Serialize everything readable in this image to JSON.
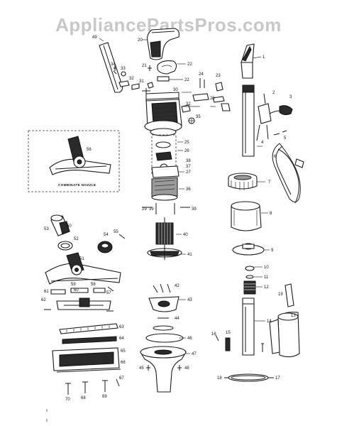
{
  "watermark": "AppliancePartsPros.com",
  "inset_caption": "COMBINATE NOZZLE",
  "callouts": [
    {
      "id": "c20",
      "text": "20"
    },
    {
      "id": "c21",
      "text": "21"
    },
    {
      "id": "c22a",
      "text": "22"
    },
    {
      "id": "c22b",
      "text": "22"
    },
    {
      "id": "c49",
      "text": "49"
    },
    {
      "id": "c34",
      "text": "34"
    },
    {
      "id": "c33",
      "text": "33"
    },
    {
      "id": "c32a",
      "text": "32"
    },
    {
      "id": "c31",
      "text": "31"
    },
    {
      "id": "c30",
      "text": "30"
    },
    {
      "id": "c24",
      "text": "24"
    },
    {
      "id": "c23",
      "text": "23"
    },
    {
      "id": "c1",
      "text": "1"
    },
    {
      "id": "c2",
      "text": "2"
    },
    {
      "id": "c3",
      "text": "3"
    },
    {
      "id": "c4",
      "text": "4"
    },
    {
      "id": "c5",
      "text": "5"
    },
    {
      "id": "c6",
      "text": "6"
    },
    {
      "id": "c7",
      "text": "7"
    },
    {
      "id": "c8",
      "text": "8"
    },
    {
      "id": "c9",
      "text": "9"
    },
    {
      "id": "c10",
      "text": "10"
    },
    {
      "id": "c11",
      "text": "11"
    },
    {
      "id": "c12",
      "text": "12"
    },
    {
      "id": "c13",
      "text": "13"
    },
    {
      "id": "c14",
      "text": "14"
    },
    {
      "id": "c15",
      "text": "15"
    },
    {
      "id": "c16",
      "text": "16"
    },
    {
      "id": "c17",
      "text": "17"
    },
    {
      "id": "c18",
      "text": "18"
    },
    {
      "id": "c19",
      "text": "19"
    },
    {
      "id": "c25",
      "text": "25"
    },
    {
      "id": "c26",
      "text": "26"
    },
    {
      "id": "c27",
      "text": "27"
    },
    {
      "id": "c28",
      "text": "28"
    },
    {
      "id": "c29",
      "text": "29"
    },
    {
      "id": "c32b",
      "text": "32"
    },
    {
      "id": "c35",
      "text": "35"
    },
    {
      "id": "c36",
      "text": "36"
    },
    {
      "id": "c37",
      "text": "37"
    },
    {
      "id": "c38",
      "text": "38"
    },
    {
      "id": "c39a",
      "text": "39"
    },
    {
      "id": "c39b",
      "text": "39"
    },
    {
      "id": "c40",
      "text": "40"
    },
    {
      "id": "c41",
      "text": "41"
    },
    {
      "id": "c42",
      "text": "42"
    },
    {
      "id": "c43",
      "text": "43"
    },
    {
      "id": "c44",
      "text": "44"
    },
    {
      "id": "c45",
      "text": "45"
    },
    {
      "id": "c46",
      "text": "46"
    },
    {
      "id": "c47",
      "text": "47"
    },
    {
      "id": "c48",
      "text": "48"
    },
    {
      "id": "c50",
      "text": "50"
    },
    {
      "id": "c51",
      "text": "51"
    },
    {
      "id": "c52",
      "text": "52"
    },
    {
      "id": "c53",
      "text": "53"
    },
    {
      "id": "c54",
      "text": "54"
    },
    {
      "id": "c55",
      "text": "55"
    },
    {
      "id": "c56",
      "text": "56"
    },
    {
      "id": "c57",
      "text": "57"
    },
    {
      "id": "c58",
      "text": "58"
    },
    {
      "id": "c59",
      "text": "59"
    },
    {
      "id": "c60",
      "text": "60"
    },
    {
      "id": "c61",
      "text": "61"
    },
    {
      "id": "c62",
      "text": "62"
    },
    {
      "id": "c63",
      "text": "63"
    },
    {
      "id": "c64",
      "text": "64"
    },
    {
      "id": "c65",
      "text": "65"
    },
    {
      "id": "c66",
      "text": "66"
    },
    {
      "id": "c67",
      "text": "67"
    },
    {
      "id": "c68",
      "text": "68"
    },
    {
      "id": "c69",
      "text": "69"
    },
    {
      "id": "c70",
      "text": "70"
    }
  ]
}
